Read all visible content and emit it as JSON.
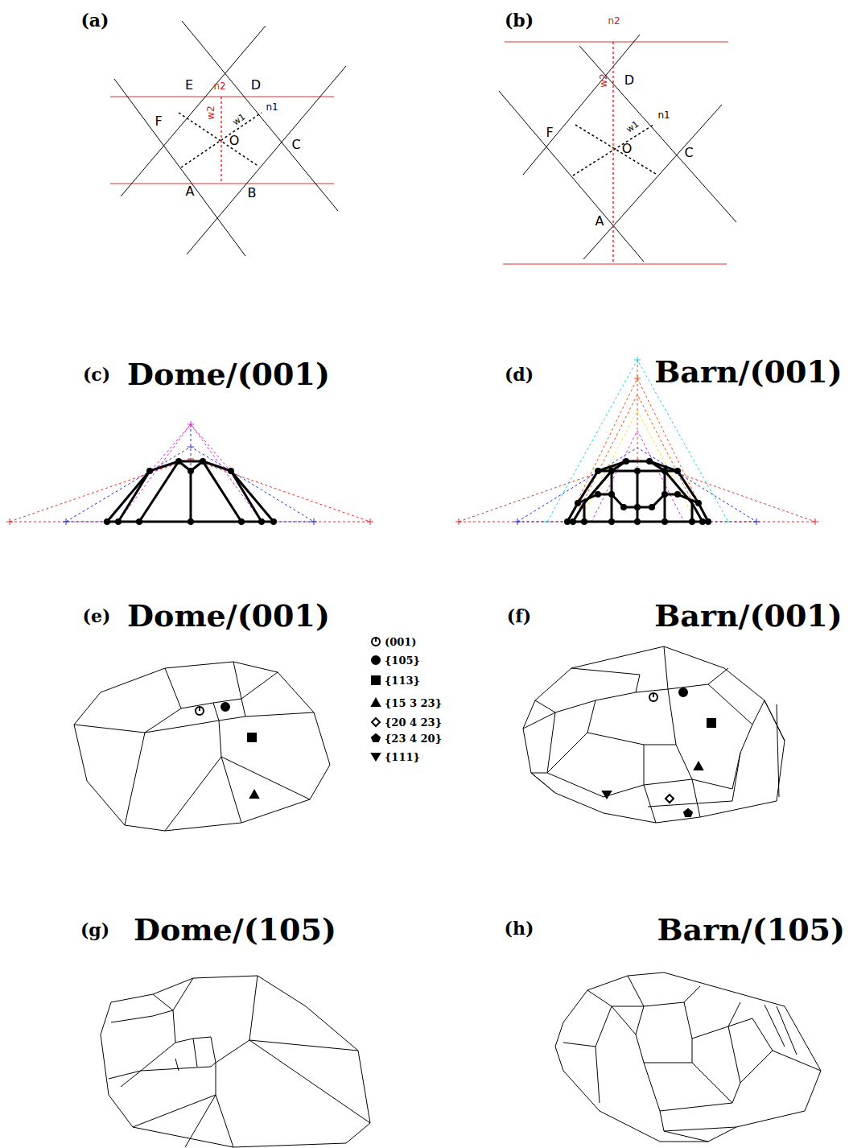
{
  "diagram": {
    "labels": [
      "(a)",
      "(b)",
      "E",
      "D",
      "n2",
      "F",
      "w2",
      "w1",
      "n1",
      "O",
      "C",
      "A",
      "B",
      "n2",
      "w2",
      "D",
      "n1",
      "F",
      "w1",
      "O",
      "C",
      "A",
      "(c)",
      "Dome/(001)",
      "(d)",
      "Barn/(001)",
      "(e)",
      "Dome/(001)",
      "(f)",
      "Barn/(001)",
      "(g)",
      "Dome/(105)",
      "(h)",
      "Barn/(105)"
    ],
    "legend": [
      {
        "text": "(001)"
      },
      {
        "text": "{105}"
      },
      {
        "text": "{113}"
      },
      {
        "text": "{15 3 23}"
      },
      {
        "text": "{20 4 23}"
      },
      {
        "text": "{23 4 20}"
      },
      {
        "text": "{111}"
      }
    ]
  }
}
